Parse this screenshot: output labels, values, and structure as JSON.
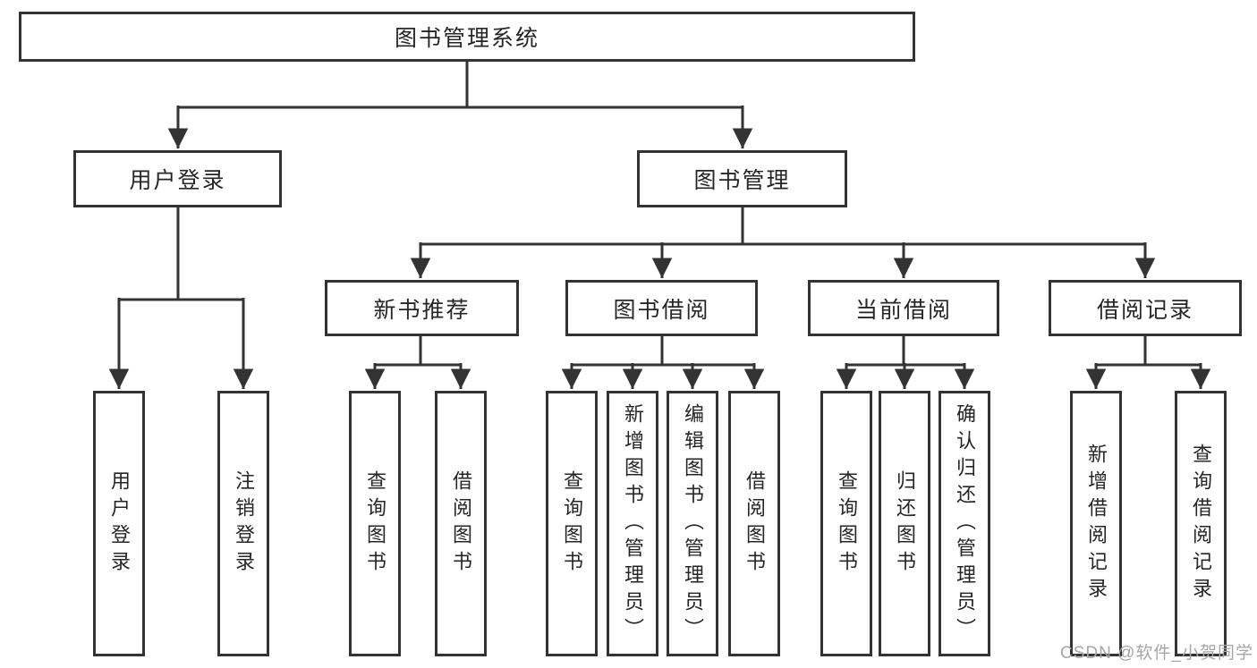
{
  "diagram": {
    "type": "hierarchy-tree",
    "title": "图书管理系统",
    "structure": {
      "root": "图书管理系统",
      "children": [
        {
          "label": "用户登录",
          "children": [
            "用户登录",
            "注销登录"
          ]
        },
        {
          "label": "图书管理",
          "children": [
            {
              "label": "新书推荐",
              "children": [
                "查询图书",
                "借阅图书"
              ]
            },
            {
              "label": "图书借阅",
              "children": [
                "查询图书",
                "新增图书（管理员）",
                "编辑图书（管理员）",
                "借阅图书"
              ]
            },
            {
              "label": "当前借阅",
              "children": [
                "查询图书",
                "归还图书",
                "确认归还（管理员）"
              ]
            },
            {
              "label": "借阅记录",
              "children": [
                "新增借阅记录",
                "查询借阅记录"
              ]
            }
          ]
        }
      ]
    }
  },
  "labels": {
    "root": "图书管理系统",
    "user_login": "用户登录",
    "book_management": "图书管理",
    "new_book_recommend": "新书推荐",
    "book_borrow": "图书借阅",
    "current_borrow": "当前借阅",
    "borrow_records": "借阅记录",
    "leaf_user_login": "用户登录",
    "leaf_logout": "注销登录",
    "leaf_query_books_1": "查询图书",
    "leaf_borrow_books_1": "借阅图书",
    "leaf_query_books_2": "查询图书",
    "leaf_add_books_admin": "新增图书（管理员）",
    "leaf_edit_books_admin": "编辑图书（管理员）",
    "leaf_borrow_books_2": "借阅图书",
    "leaf_query_books_3": "查询图书",
    "leaf_return_books": "归还图书",
    "leaf_confirm_return_admin": "确认归还（管理员）",
    "leaf_add_borrow_record": "新增借阅记录",
    "leaf_query_borrow_record": "查询借阅记录"
  },
  "watermark": "CSDN @软件_小贺同学",
  "colors": {
    "line": "#333333",
    "border": "#333333",
    "text": "#262626",
    "background": "#ffffff",
    "watermark": "#a6a6a6"
  }
}
